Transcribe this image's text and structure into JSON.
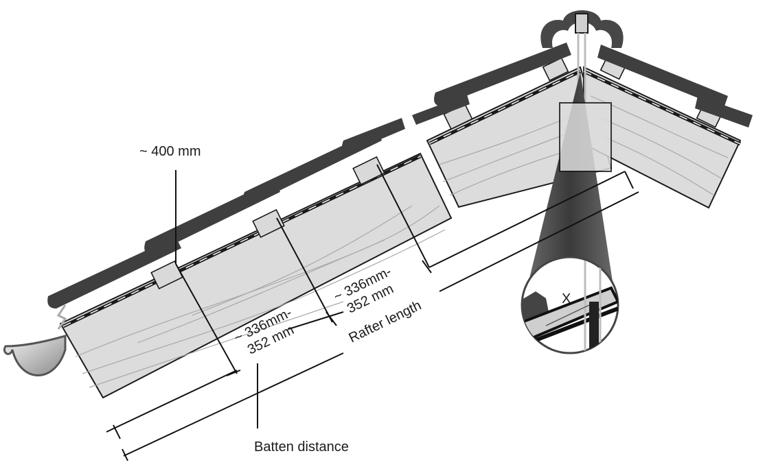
{
  "diagram": {
    "title": "Roof tile batten spacing",
    "labels": {
      "overhang": "~ 400 mm",
      "batten_range_1_line1": "~ 336mm-",
      "batten_range_1_line2": "352 mm",
      "batten_range_2_line1": "~ 336mm-",
      "batten_range_2_line2": "352 mm",
      "rafter_length": "Rafter length",
      "batten_distance": "Batten distance",
      "detail_x": "X"
    },
    "components": [
      "roof-tiles",
      "battens",
      "rafters",
      "membrane",
      "gutter",
      "ridge-tile",
      "ridge-detail-magnifier"
    ],
    "colors": {
      "tile": "#3f3f3f",
      "rafter": "#dcdcdc",
      "line": "#1a1a1a",
      "magnifier_cone": "#4a4a4a"
    }
  }
}
